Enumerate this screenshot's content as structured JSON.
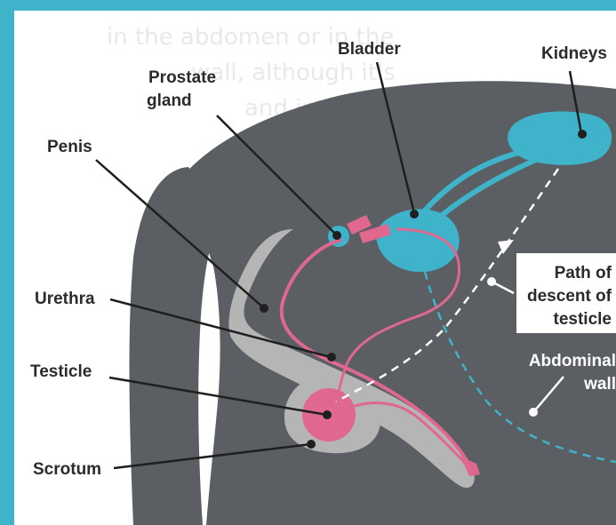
{
  "background_text": [
    "in the abdomen or in the",
    "wall, although it's",
    "and into the"
  ],
  "labels": {
    "bladder": "Bladder",
    "kidneys": "Kidneys",
    "prostate": "Prostate",
    "gland": "gland",
    "penis": "Penis",
    "urethra": "Urethra",
    "testicle": "Testicle",
    "scrotum": "Scrotum",
    "path_line1": "Path of",
    "path_line2": "descent of",
    "path_line3": "testicle",
    "abdominal_line1": "Abdominal",
    "abdominal_line2": "wall"
  },
  "colors": {
    "frame": "#3fb3c9",
    "page": "#ffffff",
    "body": "#5b5f63",
    "organ_blue": "#3fb3c9",
    "organ_pink": "#e0688f",
    "skin_grey": "#b5b5b5",
    "label": "#2b2b2b"
  }
}
